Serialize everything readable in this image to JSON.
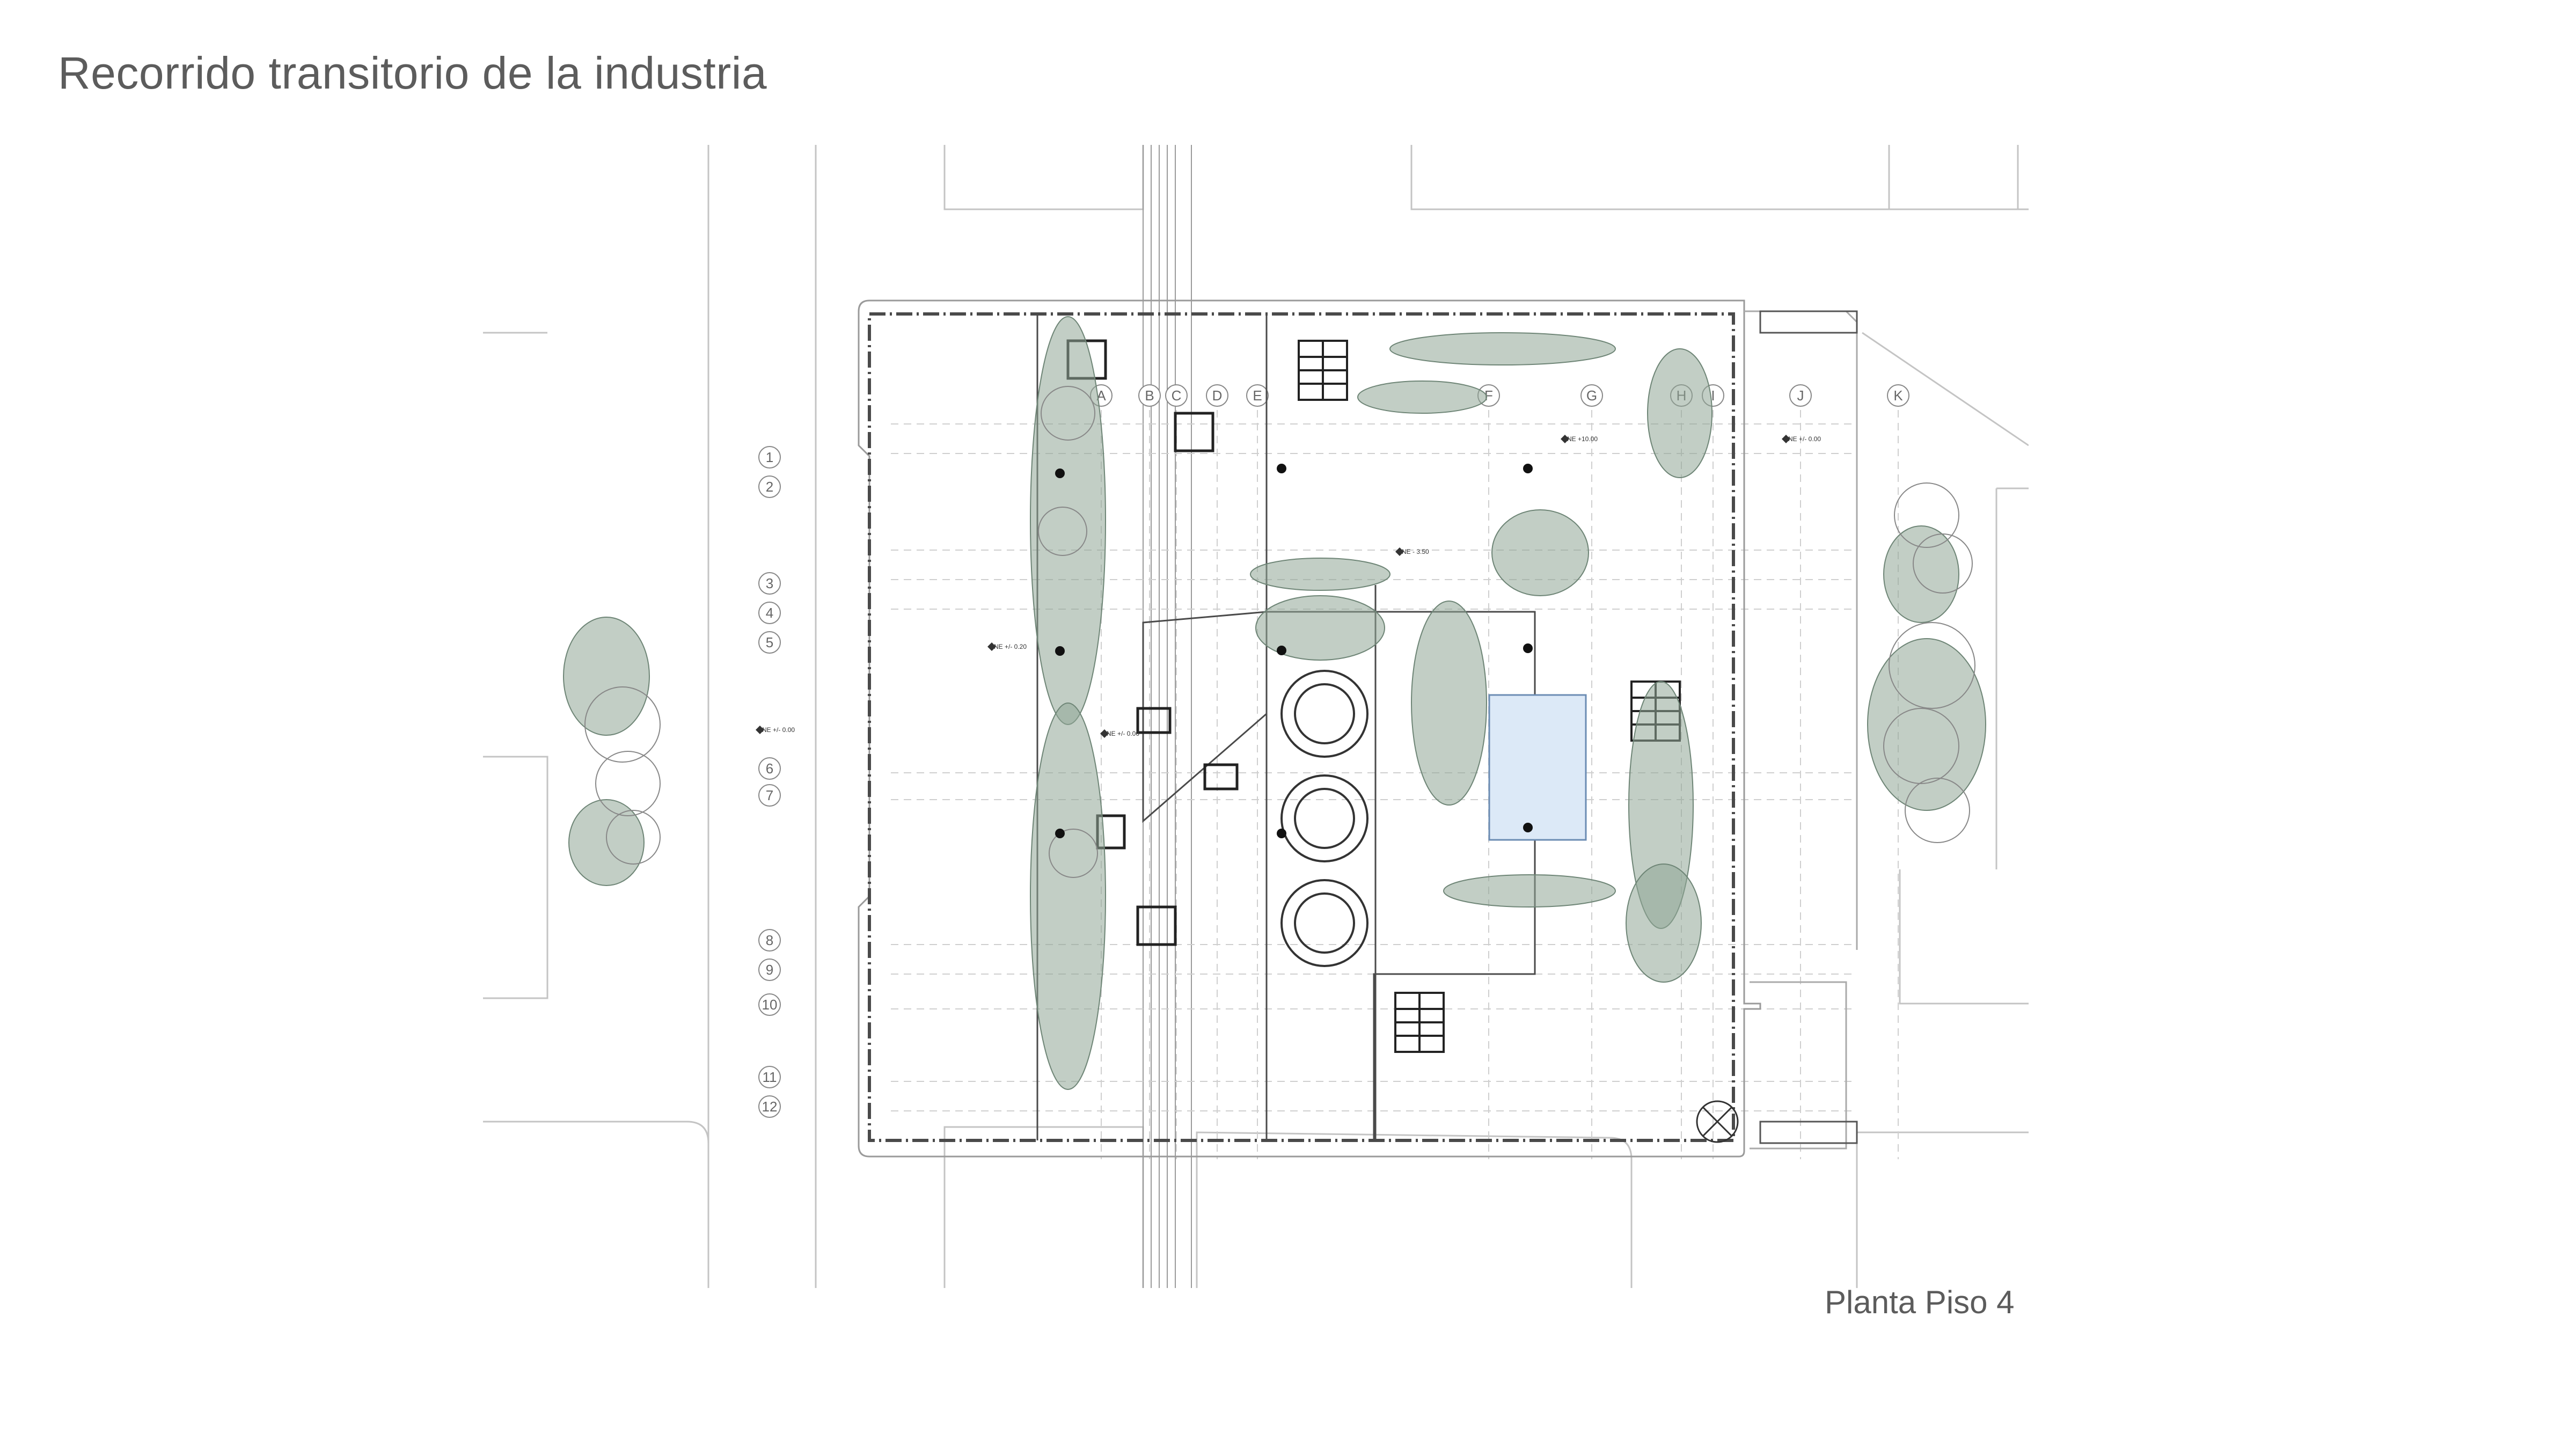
{
  "title": "Recorrido transitorio de la industria",
  "caption": "Planta Piso 4",
  "axes": {
    "columns": [
      "A",
      "B",
      "C",
      "D",
      "E",
      "F",
      "G",
      "H",
      "I",
      "J",
      "K"
    ],
    "rows": [
      "1",
      "2",
      "3",
      "4",
      "5",
      "6",
      "7",
      "8",
      "9",
      "10",
      "11",
      "12"
    ]
  },
  "levels": {
    "street_left": "NE +/- 0.00",
    "plaza_left": "NE +/- 0.20",
    "inner_left": "NE +/- 0.00",
    "courtyard": "NE - 3.50",
    "terrace": "NE +10.00",
    "street_right": "NE +/- 0.00"
  },
  "colors": {
    "line": "#4a4a4a",
    "light_line": "#b8b8b8",
    "vegetation": "#8fa595",
    "water": "#dce9f7"
  },
  "icons": [
    "stair-icon",
    "north-marker-icon",
    "level-marker-icon",
    "tree-icon"
  ]
}
